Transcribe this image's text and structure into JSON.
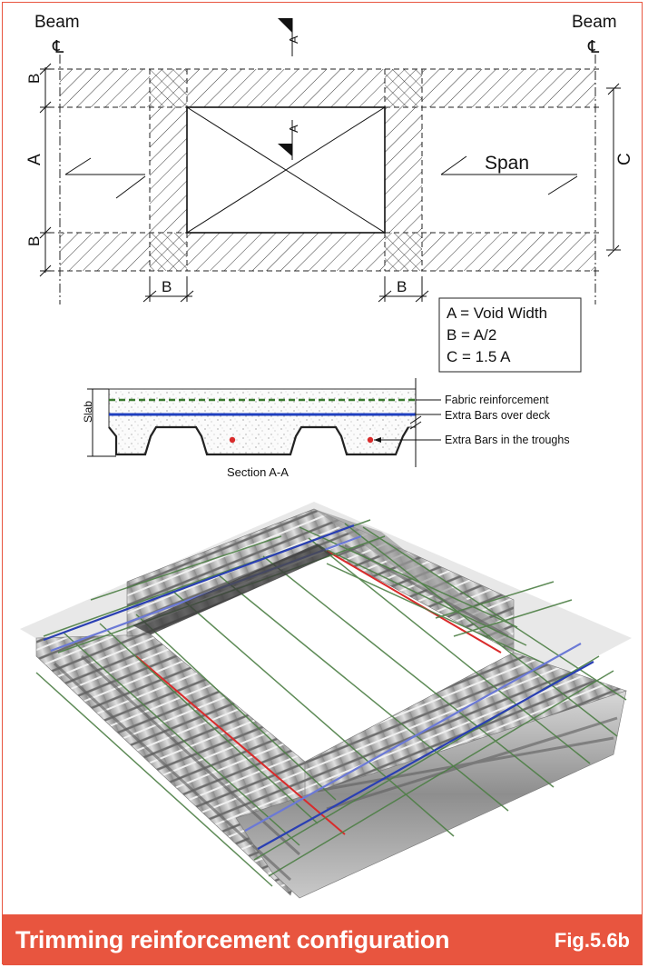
{
  "plan": {
    "beam_left": "Beam",
    "beam_right": "Beam",
    "centerline_symbol": "℄",
    "dim_a": "A",
    "dim_b_top": "B",
    "dim_b_bottom": "B",
    "dim_b_left": "B",
    "dim_b_right": "B",
    "dim_c": "C",
    "section_mark_top": "A",
    "section_mark_mid": "A",
    "span_label": "Span"
  },
  "legend": {
    "items": [
      "A = Void Width",
      "B = A/2",
      "C = 1.5 A"
    ]
  },
  "section": {
    "slab_label": "Slab",
    "title": "Section A-A",
    "callouts": [
      "Fabric reinforcement",
      "Extra Bars over deck",
      "Extra Bars in the troughs"
    ]
  },
  "colors": {
    "accent": "#e8553f",
    "fabric": "#3a7a2e",
    "extra_bars_deck": "#1f3fbf",
    "extra_bars_trough": "#d92b2b"
  },
  "footer": {
    "title": "Trimming reinforcement configuration",
    "fig": "Fig.5.6b"
  }
}
